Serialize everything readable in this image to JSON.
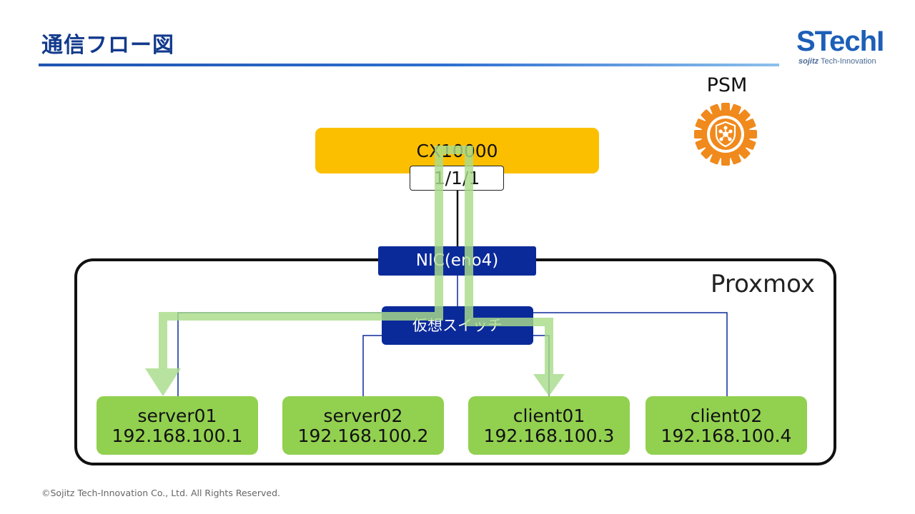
{
  "slide": {
    "title": "通信フロー図",
    "footer": "©Sojitz Tech-Innovation Co., Ltd. All Rights Reserved."
  },
  "logo": {
    "main": "STechI",
    "sub_brand": "sojitz",
    "sub_rest": " Tech-Innovation"
  },
  "psm": {
    "label": "PSM",
    "icon": "gear-shield-network-icon",
    "color": "#f08a1c"
  },
  "switch": {
    "name": "CX10000",
    "port": "1/1/1",
    "color": "#fcbf00"
  },
  "host": {
    "label": "Proxmox",
    "nic": "NIC(eno4)",
    "vswitch": "仮想スイッチ",
    "accent": "#0b2a9a"
  },
  "vms": [
    {
      "name": "server01",
      "ip": "192.168.100.1"
    },
    {
      "name": "server02",
      "ip": "192.168.100.2"
    },
    {
      "name": "client01",
      "ip": "192.168.100.3"
    },
    {
      "name": "client02",
      "ip": "192.168.100.4"
    }
  ],
  "flow": {
    "color": "#a9dc8a",
    "from": "client01",
    "to": "server01"
  }
}
